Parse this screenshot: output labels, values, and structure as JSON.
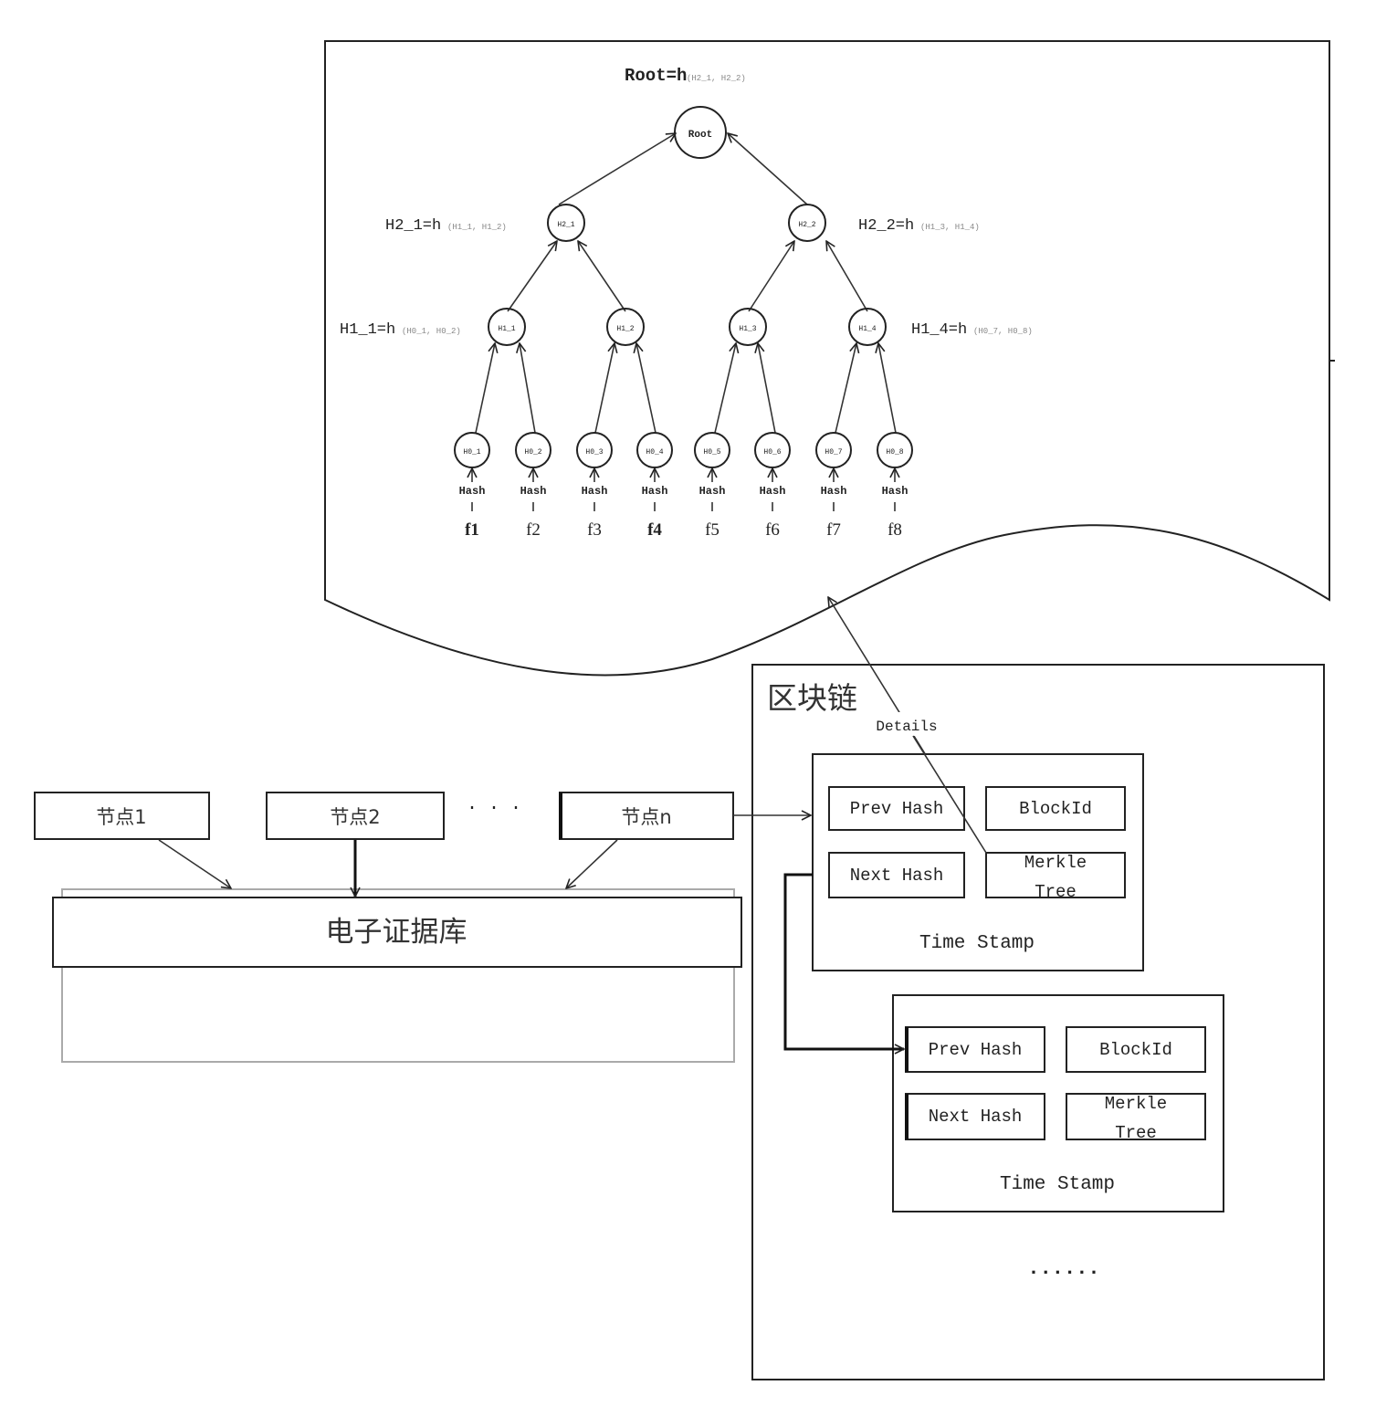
{
  "merkle_tree": {
    "root_formula": {
      "main": "Root=h",
      "args": "(H2_1, H2_2)"
    },
    "root_label": "Root",
    "level2_formulas": [
      {
        "main": "H2_1=h",
        "args": "(H1_1, H1_2)"
      },
      {
        "main": "H2_2=h",
        "args": "(H1_3, H1_4)"
      }
    ],
    "level1_formulas": [
      {
        "main": "H1_1=h",
        "args": "(H0_1, H0_2)"
      },
      {
        "main": "H1_4=h",
        "args": "(H0_7, H0_8)"
      }
    ],
    "level2_nodes": [
      "H2_1",
      "H2_2"
    ],
    "level1_nodes": [
      "H1_1",
      "H1_2",
      "H1_3",
      "H1_4"
    ],
    "leaf_nodes": [
      "H0_1",
      "H0_2",
      "H0_3",
      "H0_4",
      "H0_5",
      "H0_6",
      "H0_7",
      "H0_8"
    ],
    "hash_label": "Hash",
    "files": [
      "f1",
      "f2",
      "f3",
      "f4",
      "f5",
      "f6",
      "f7",
      "f8"
    ]
  },
  "nodes": {
    "items": [
      "节点1",
      "节点2",
      "节点n"
    ],
    "ellipsis": "· · ·"
  },
  "database": {
    "label": "电子证据库"
  },
  "blockchain": {
    "title": "区块链",
    "details_label": "Details",
    "blocks": [
      {
        "prev_hash": "Prev Hash",
        "block_id": "BlockId",
        "next_hash": "Next Hash",
        "merkle_l1": "Merkle",
        "merkle_l2": "Tree",
        "time_stamp": "Time Stamp"
      },
      {
        "prev_hash": "Prev Hash",
        "block_id": "BlockId",
        "next_hash": "Next Hash",
        "merkle_l1": "Merkle",
        "merkle_l2": "Tree",
        "time_stamp": "Time Stamp"
      }
    ],
    "more": "......"
  }
}
